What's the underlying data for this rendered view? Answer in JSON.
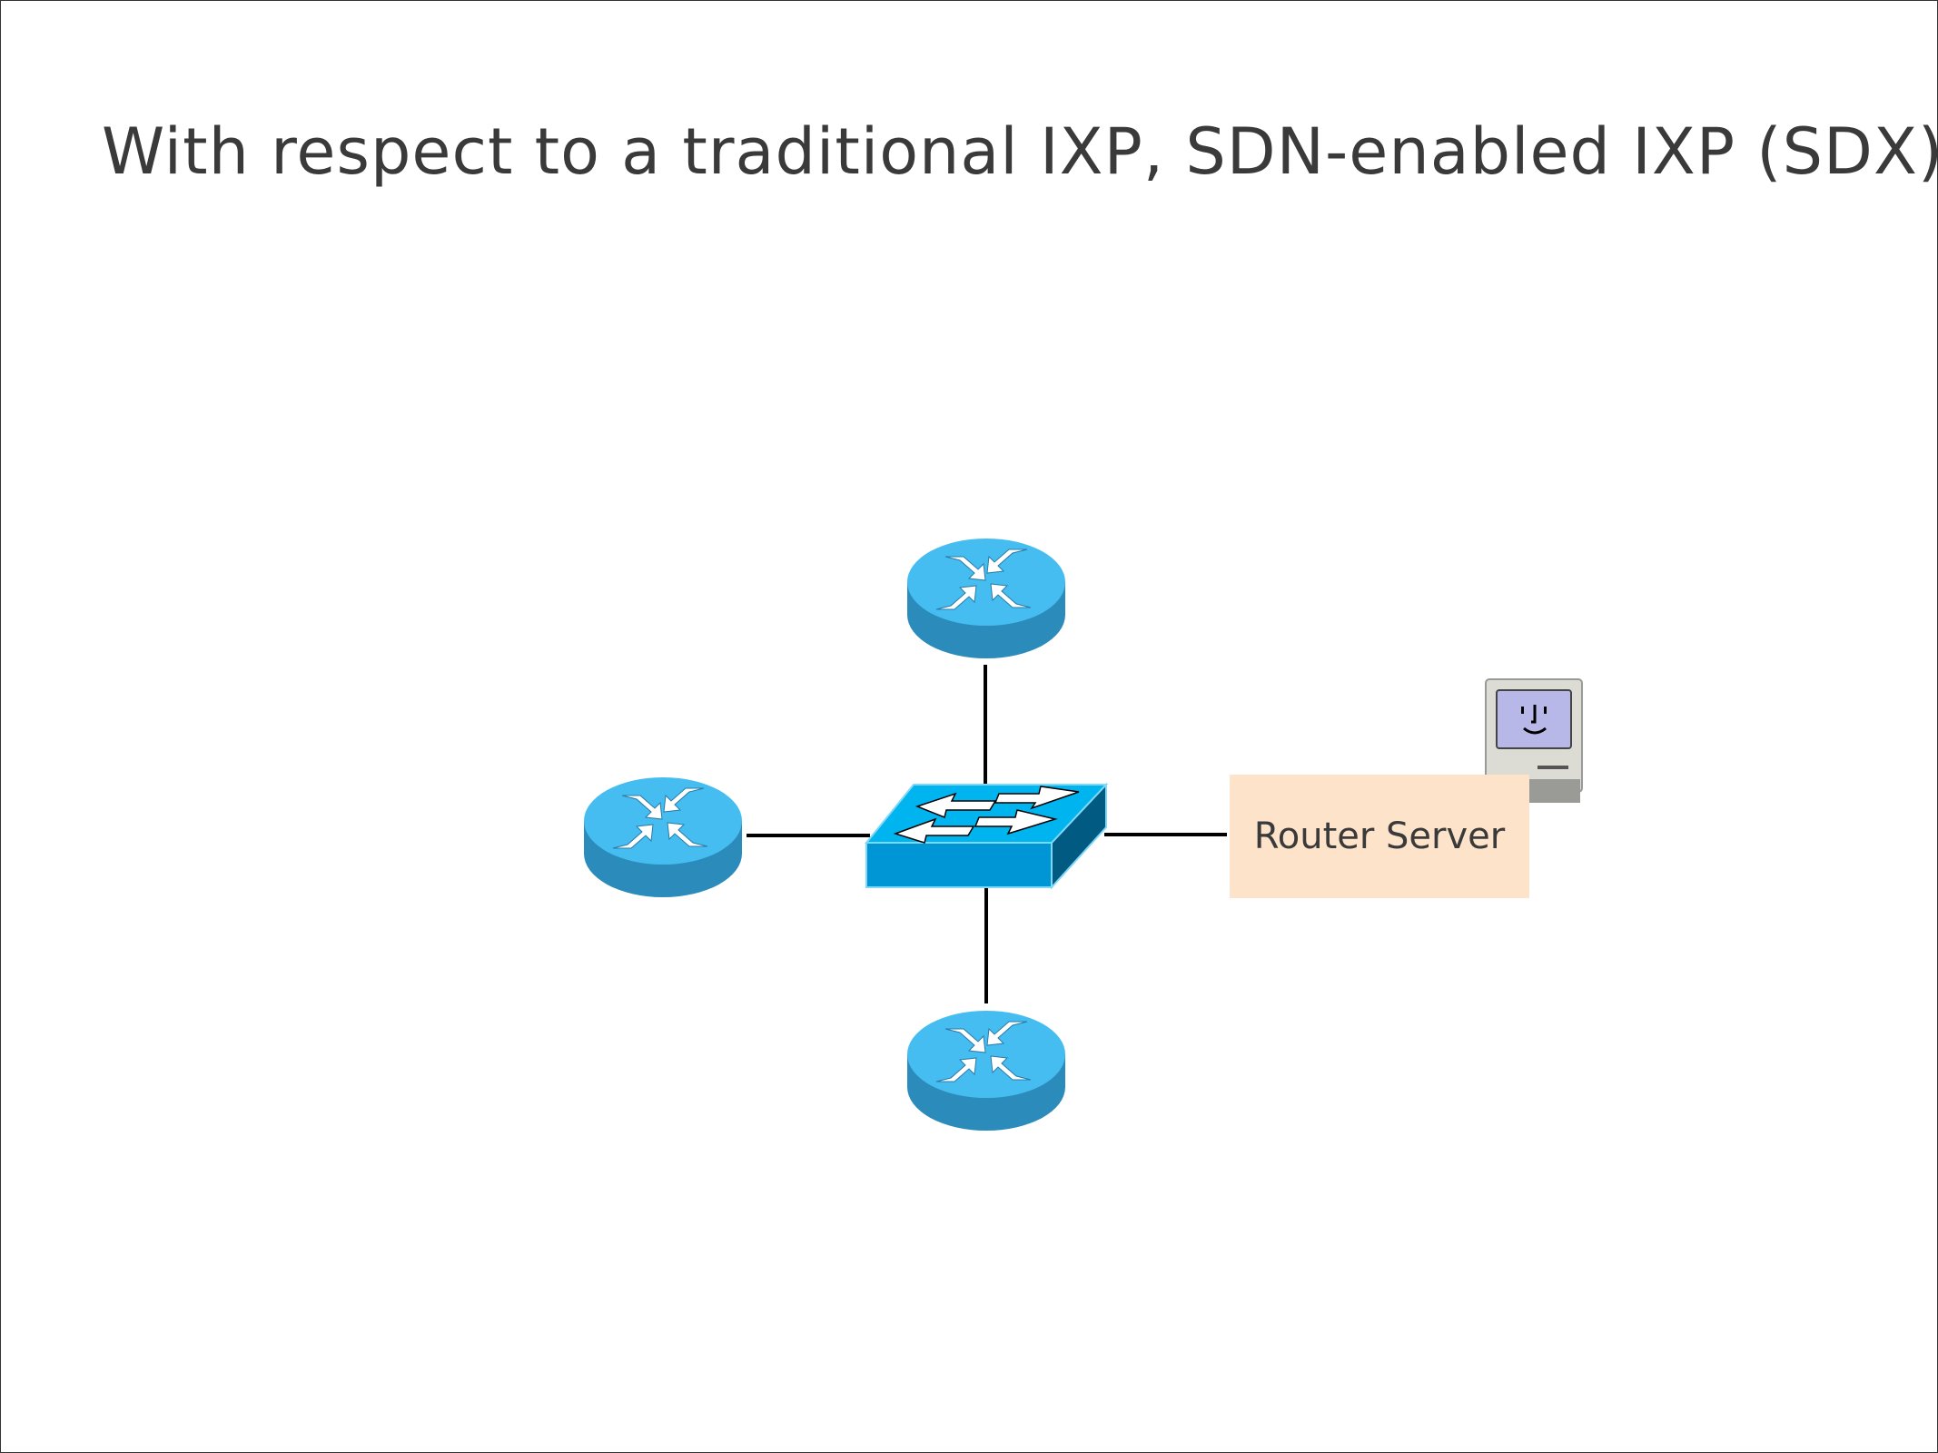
{
  "slide": {
    "title": "With respect to a traditional IXP, SDN-enabled IXP (SDX)"
  },
  "diagram": {
    "nodes": [
      {
        "id": "router-top",
        "type": "router-icon"
      },
      {
        "id": "router-left",
        "type": "router-icon"
      },
      {
        "id": "router-bottom",
        "type": "router-icon"
      },
      {
        "id": "switch-center",
        "type": "switch-icon"
      },
      {
        "id": "router-server",
        "type": "server-box",
        "label": "Router Server"
      },
      {
        "id": "mac-computer",
        "type": "computer-icon"
      }
    ],
    "colors": {
      "router_top": "#45bdf0",
      "router_side": "#2b8bbb",
      "switch_top": "#00b4f0",
      "switch_front": "#0096d6",
      "switch_side": "#005a82",
      "server_box": "#fde3ca",
      "text": "#3a3a3a"
    }
  }
}
